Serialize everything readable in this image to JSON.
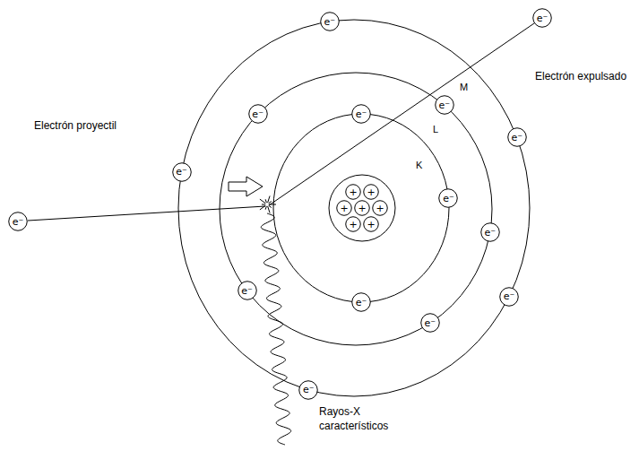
{
  "diagram": {
    "nodes": [
      {
        "text": [
          "e⁻"
        ]
      },
      {
        "text": [
          "e⁻"
        ]
      },
      {
        "text": [
          "e⁻"
        ]
      },
      {
        "text": [
          "e⁻"
        ]
      },
      {
        "text": [
          "e⁻"
        ]
      },
      {
        "text": [
          "e⁻"
        ]
      },
      {
        "text": [
          "e⁻"
        ]
      },
      {
        "text": [
          "e⁻"
        ]
      },
      {
        "text": [
          "e⁻"
        ]
      },
      {
        "text": [
          "e⁻"
        ]
      },
      {
        "text": [
          "e⁻"
        ]
      },
      {
        "text": [
          "e⁻"
        ]
      },
      {
        "text": [
          "e⁻"
        ]
      },
      {
        "text": [
          "e⁻"
        ]
      },
      {
        "text": [
          "e⁻"
        ]
      },
      {
        "text": [
          "+"
        ]
      },
      {
        "text": [
          "+"
        ]
      },
      {
        "text": [
          "+"
        ]
      },
      {
        "text": [
          "+"
        ]
      },
      {
        "text": [
          "+"
        ]
      },
      {
        "text": [
          "+"
        ]
      },
      {
        "text": [
          "+"
        ]
      }
    ],
    "labels": [
      "Electrón expulsado",
      "M",
      "Electrón proyectil",
      "L",
      "K",
      "Rayos-X característicos"
    ]
  }
}
